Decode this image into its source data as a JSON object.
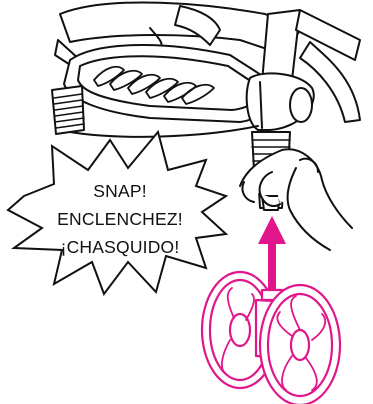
{
  "callout": {
    "lines": [
      "SNAP!",
      "ENCLENCHEZ!",
      "¡CHASQUIDO!"
    ]
  },
  "colors": {
    "ink": "#111111",
    "accent": "#e0168a",
    "paper": "#ffffff"
  },
  "icons": {
    "arrow": "up-arrow-icon",
    "wheel": "stroller-front-wheel"
  }
}
